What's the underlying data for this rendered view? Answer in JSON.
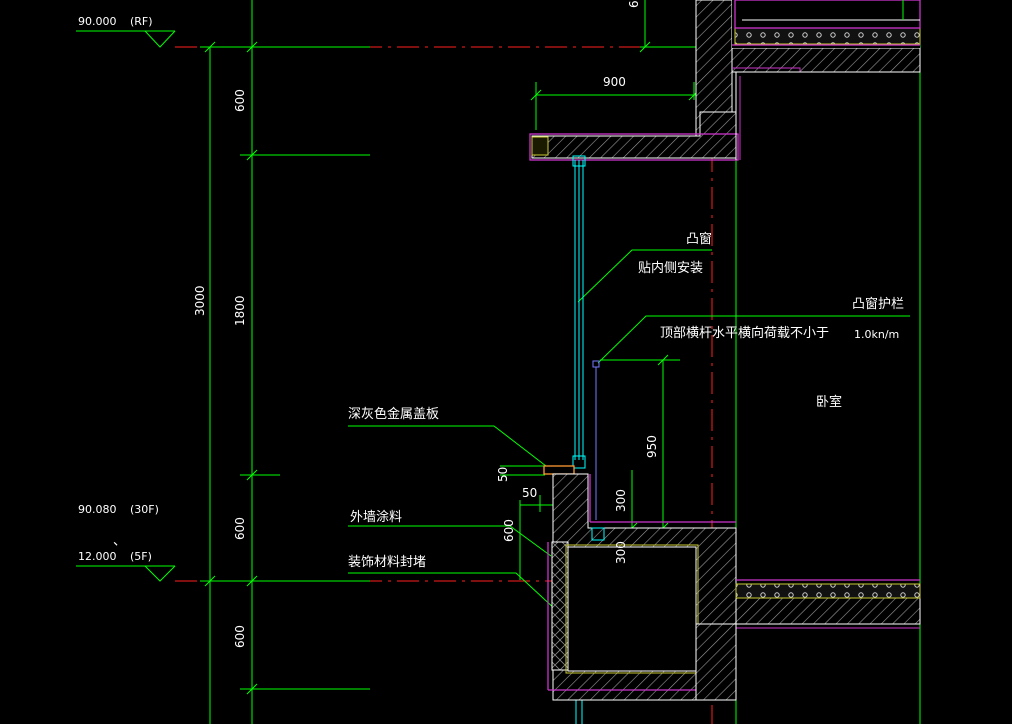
{
  "colors": {
    "background": "#000000",
    "dimension_line": "#00ff00",
    "axis_line": "#ff2020",
    "wall_outline": "#ffffff",
    "slab_outline": "#cc33cc",
    "window_line": "#00ffff",
    "text": "#ffffff",
    "cover_plate": "#ff9933",
    "railing": "#7777ff"
  },
  "levels": {
    "top": {
      "elevation": "90.000",
      "floor": "(RF)"
    },
    "mid": {
      "elevation": "90.080",
      "floor": "(30F)"
    },
    "bottom": {
      "elevation": "12.000",
      "floor": "(5F)"
    }
  },
  "dimensions": {
    "top_partial": "6",
    "overhang_width": "900",
    "total_height": "3000",
    "upper_600": "600",
    "window_height": "1800",
    "lower_600": "600",
    "below_600": "600",
    "sill_600": "600",
    "cover_50_v": "50",
    "cover_50_h": "50",
    "rail_950": "950",
    "rail_300_a": "300",
    "rail_300_b": "300"
  },
  "annotations": {
    "bay_window": "凸窗",
    "inner_install": "贴内侧安装",
    "rail_title": "凸窗护栏",
    "rail_load": "顶部横杆水平横向荷载不小于",
    "rail_load_value": "1.0kn/m",
    "bedroom": "卧室",
    "cover_plate": "深灰色金属盖板",
    "exterior_paint": "外墙涂料",
    "decor_seal": "装饰材料封堵",
    "tick": "、"
  }
}
